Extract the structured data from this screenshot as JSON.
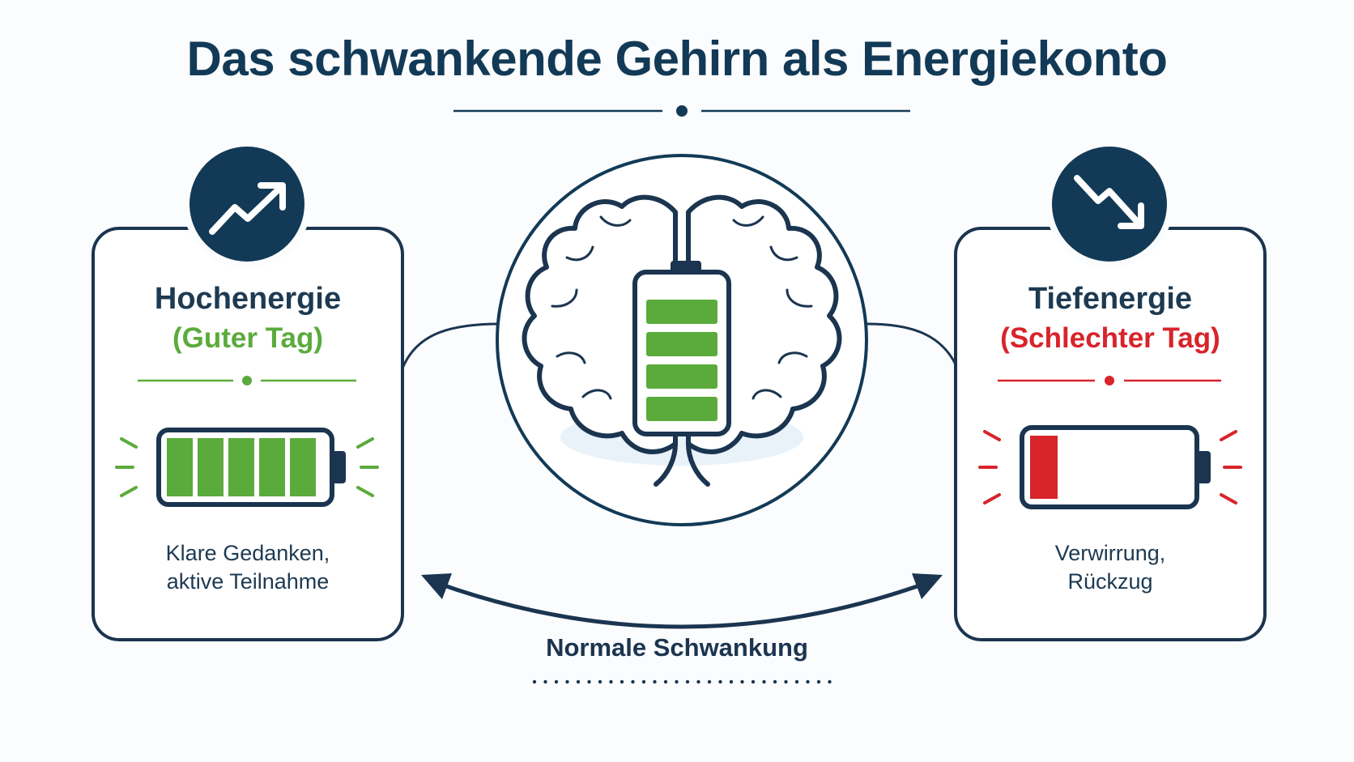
{
  "title": "Das schwankende Gehirn als Energiekonto",
  "colors": {
    "navy": "#123a57",
    "green": "#5bab3c",
    "red": "#d8242b",
    "outline": "#1b3550"
  },
  "left_card": {
    "icon": "trend-up-icon",
    "title": "Hochenergie",
    "subtitle": "(Guter Tag)",
    "battery_level": 1.0,
    "description": "Klare Gedanken,\naktive Teilnahme"
  },
  "center": {
    "icon": "brain-icon",
    "battery_icon": "battery-full-icon",
    "battery_level": 1.0
  },
  "right_card": {
    "icon": "trend-down-icon",
    "title": "Tiefenergie",
    "subtitle": "(Schlechter Tag)",
    "battery_level": 0.2,
    "description": "Verwirrung,\nRückzug"
  },
  "cycle": {
    "icon": "double-arrow-icon",
    "caption": "Normale Schwankung"
  }
}
